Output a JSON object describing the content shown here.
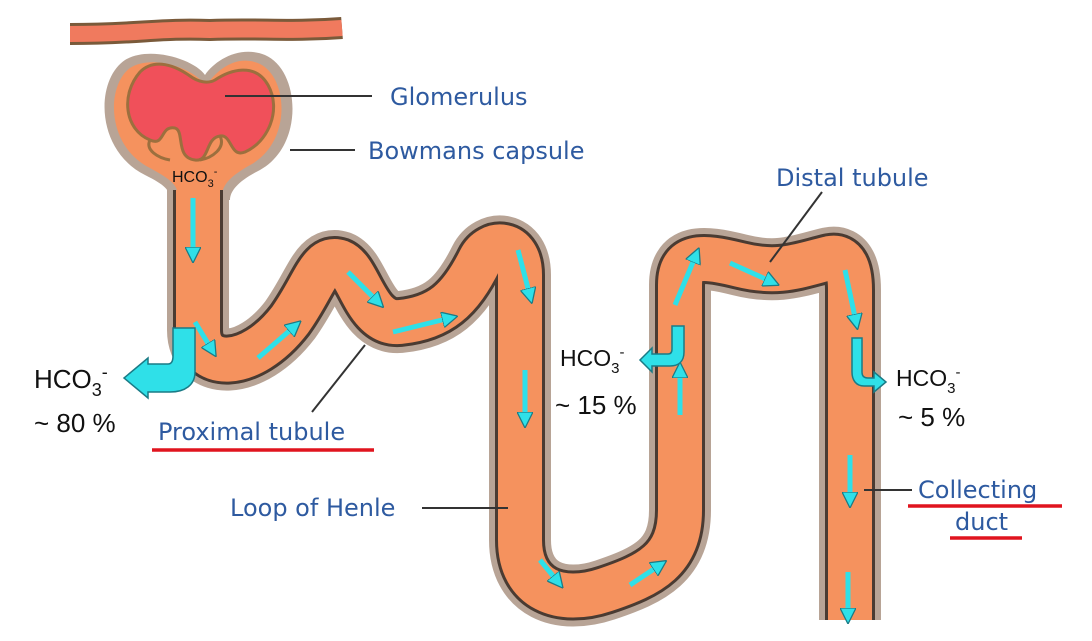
{
  "labels": {
    "glomerulus": "Glomerulus",
    "bowmans_capsule": "Bowmans capsule",
    "distal_tubule": "Distal tubule",
    "proximal_tubule": "Proximal tubule",
    "loop_of_henle": "Loop of Henle",
    "collecting_duct_line1": "Collecting",
    "collecting_duct_line2": "duct"
  },
  "bicarbonate": {
    "formula_base": "HCO",
    "formula_sub": "3",
    "formula_sup": "-",
    "proximal_percent": "~ 80 %",
    "loop_percent": "~ 15 %",
    "distal_percent": "~ 5 %"
  },
  "colors": {
    "tubule_fill": "#f5925e",
    "tubule_wall": "#b8a496",
    "glomerulus_fill": "#f0505a",
    "label_text": "#2e5aa0",
    "arrow_cyan": "#2fe0e8",
    "underline_red": "#e0141e"
  }
}
